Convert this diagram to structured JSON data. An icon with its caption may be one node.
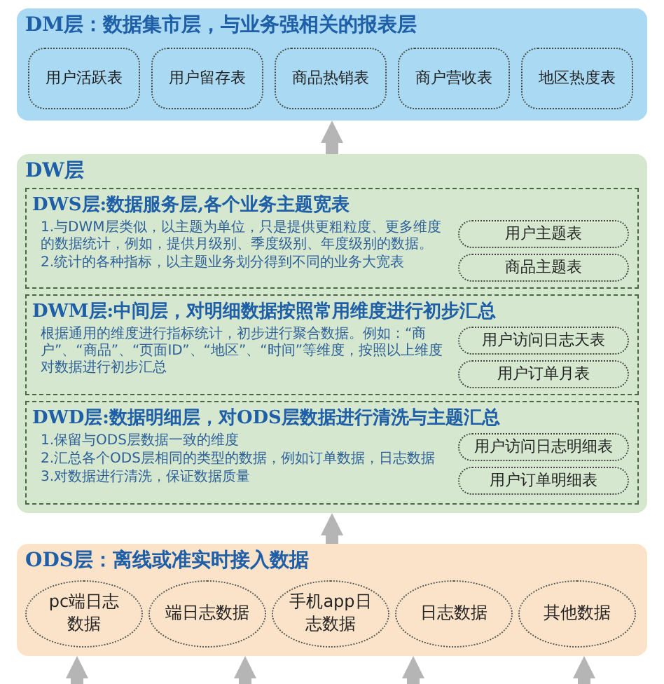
{
  "diagram": {
    "nodes": [
      {
        "text": [
          "DM层：数据集市层，与业务强相关的报表层"
        ]
      },
      {
        "text": [
          "用户活跃表"
        ],
        "in": 0
      },
      {
        "text": [
          "用户留存表"
        ],
        "in": 0
      },
      {
        "text": [
          "商品热销表"
        ],
        "in": 0
      },
      {
        "text": [
          "商户营收表"
        ],
        "in": 0
      },
      {
        "text": [
          "地区热度表"
        ],
        "in": 0
      },
      {
        "text": [
          "DW层"
        ]
      },
      {
        "text": [
          "DWS层:数据服务层,各个业务主题宽表",
          "1.与DWM层类似，以主题为单位，只是提供更粗粒度、更多维度的数据统计，例如，提供月级别、季度级别、年度级别的数据。",
          "2.统计的各种指标，以主题业务划分得到不同的业务大宽表"
        ],
        "in": 6
      },
      {
        "text": [
          "用户主题表"
        ],
        "in": 7
      },
      {
        "text": [
          "商品主题表"
        ],
        "in": 7
      },
      {
        "text": [
          "DWM层:中间层，对明细数据按照常用维度进行初步汇总",
          "根据通用的维度进行指标统计，初步进行聚合数据。例如：“商户”、“商品”、“页面ID”、“地区”、“时间”等维度，按照以上维度对数据进行初步汇总"
        ],
        "in": 6
      },
      {
        "text": [
          "用户访问日志天表"
        ],
        "in": 10
      },
      {
        "text": [
          "用户订单月表"
        ],
        "in": 10
      },
      {
        "text": [
          "DWD层:数据明细层，对ODS层数据进行清洗与主题汇总",
          "1.保留与ODS层数据一致的维度",
          "2.汇总各个ODS层相同的类型的数据，例如订单数据，日志数据",
          "3.对数据进行清洗，保证数据质量"
        ],
        "in": 6
      },
      {
        "text": [
          "用户访问日志明细表"
        ],
        "in": 13
      },
      {
        "text": [
          "用户订单明细表"
        ],
        "in": 13
      },
      {
        "text": [
          "ODS层：离线或准实时接入数据"
        ]
      },
      {
        "text": [
          "pc端日志数据"
        ],
        "in": 16
      },
      {
        "text": [
          "端日志数据"
        ],
        "in": 16
      },
      {
        "text": [
          "手机app日志数据"
        ],
        "in": 16
      },
      {
        "text": [
          "日志数据"
        ],
        "in": 16
      },
      {
        "text": [
          "其他数据"
        ],
        "in": 16
      }
    ],
    "edges": [
      {
        "from": 16,
        "to": 6,
        "arrow": "to"
      },
      {
        "from": 6,
        "to": 0,
        "arrow": "to"
      },
      {
        "from": null,
        "to": 16,
        "arrow": "to"
      },
      {
        "from": null,
        "to": 16,
        "arrow": "to"
      },
      {
        "from": null,
        "to": 16,
        "arrow": "to"
      },
      {
        "from": null,
        "to": 16,
        "arrow": "to"
      }
    ]
  }
}
